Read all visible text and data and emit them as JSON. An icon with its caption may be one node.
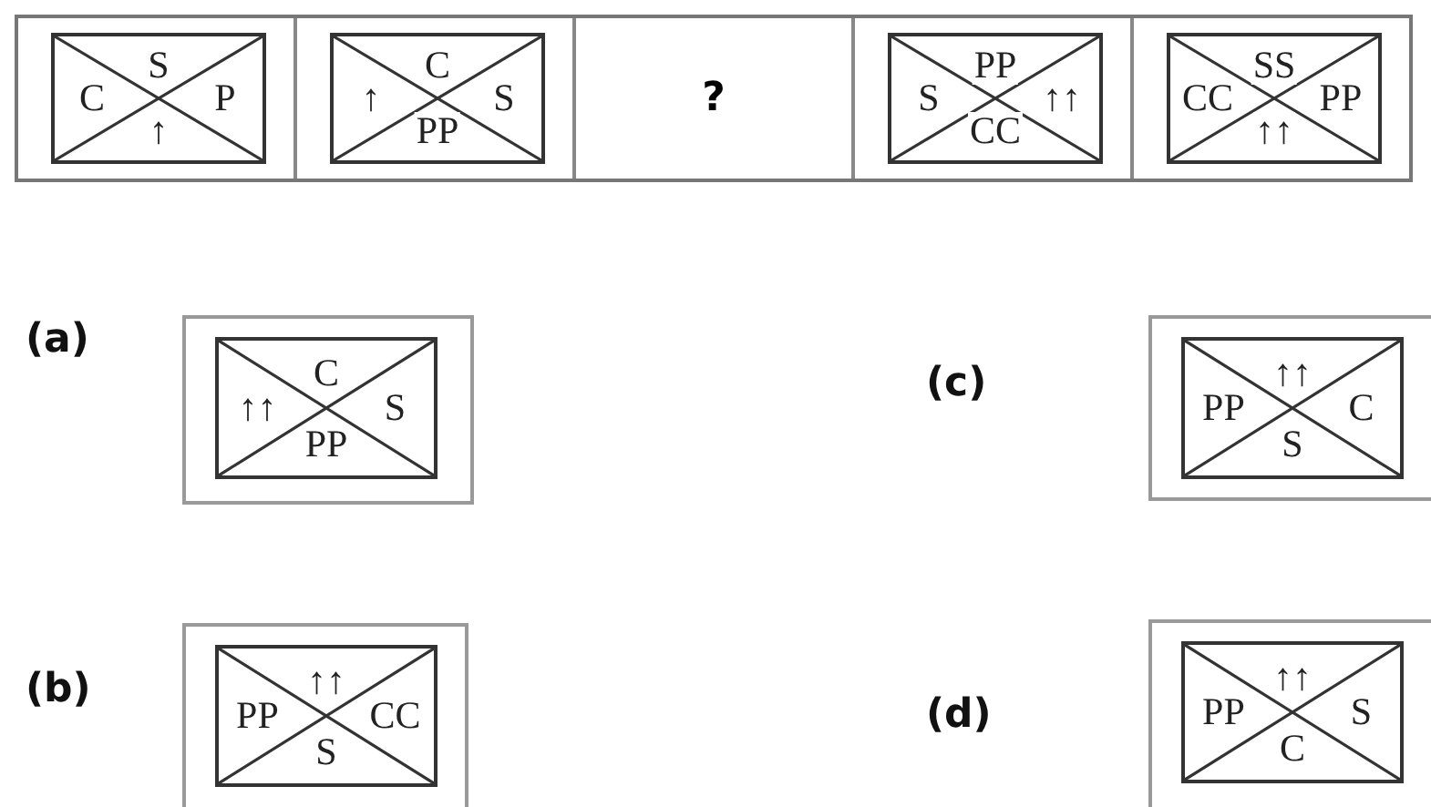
{
  "diagram": {
    "nodes": [
      {
        "text": [
          "S",
          "C",
          "P",
          "↑"
        ]
      },
      {
        "text": [
          "C",
          "↑",
          "S",
          "PP"
        ]
      },
      {
        "text": [
          "?"
        ]
      },
      {
        "text": [
          "PP",
          "S",
          "↑↑",
          "CC"
        ]
      },
      {
        "text": [
          "SS",
          "CC",
          "PP",
          "↑↑"
        ]
      },
      {
        "text": [
          "C",
          "↑↑",
          "S",
          "PP"
        ]
      },
      {
        "text": [
          "↑↑",
          "PP",
          "C",
          "S"
        ]
      },
      {
        "text": [
          "↑↑",
          "PP",
          "CC",
          "S"
        ]
      },
      {
        "text": [
          "↑↑",
          "PP",
          "S",
          "C"
        ]
      }
    ],
    "edges": [],
    "labels": [
      "(a)",
      "(c)",
      "(b)",
      "(d)"
    ]
  }
}
